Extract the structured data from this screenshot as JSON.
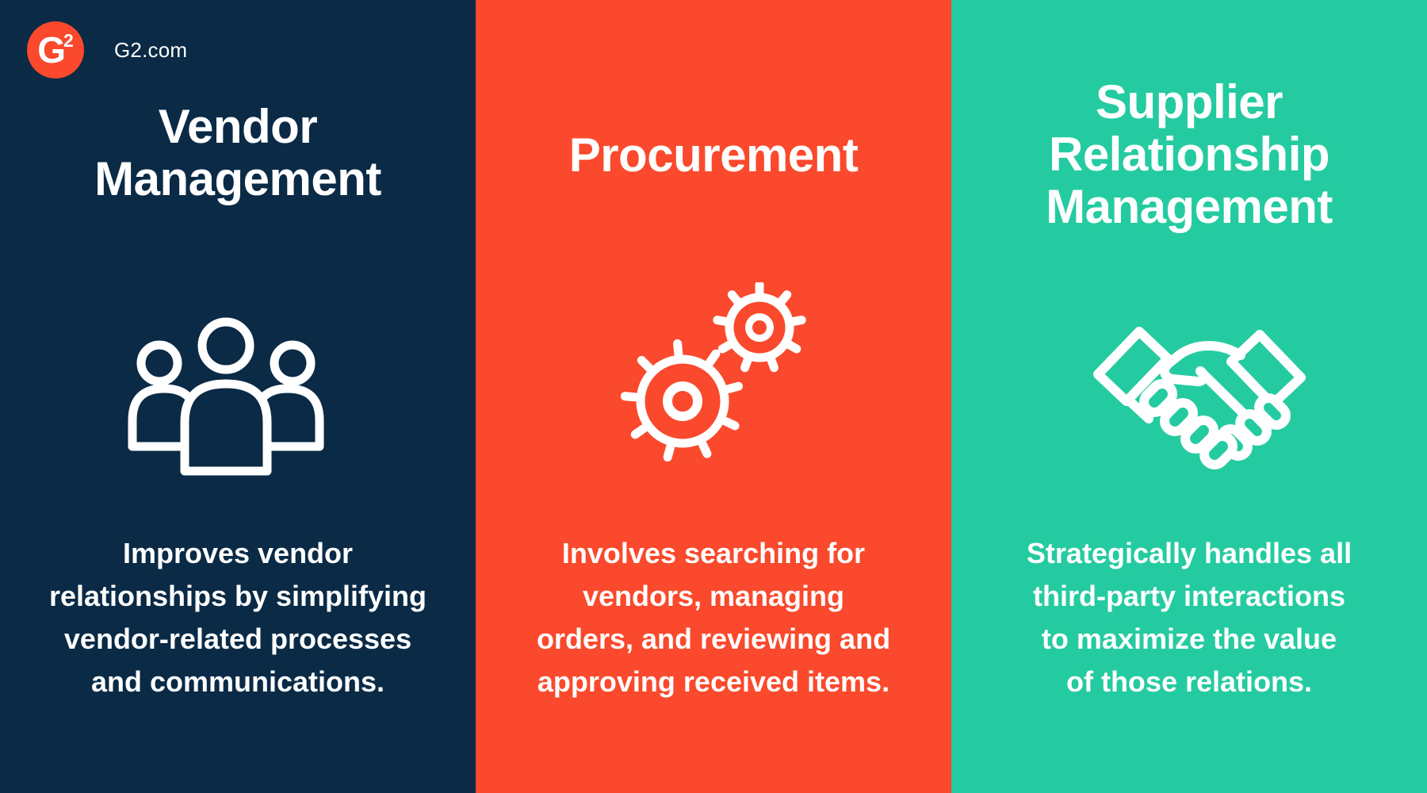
{
  "brand": {
    "logo_letter": "G",
    "logo_superscript": "2",
    "site_label": "G2.com"
  },
  "colors": {
    "navy": "#0A2A46",
    "orange": "#FA492C",
    "teal": "#25CBA0",
    "text": "#FFFFFF"
  },
  "columns": [
    {
      "name": "vendor-management",
      "background_color": "#0A2A46",
      "title_lines": [
        "Vendor",
        "Management"
      ],
      "icon": "people-group-icon",
      "description_lines": [
        "Improves vendor",
        "relationships by simplifying",
        "vendor-related processes",
        "and communications."
      ]
    },
    {
      "name": "procurement",
      "background_color": "#FA492C",
      "title_lines": [
        "Procurement"
      ],
      "icon": "gears-icon",
      "description_lines": [
        "Involves searching for",
        "vendors, managing",
        "orders, and reviewing and",
        "approving received items."
      ]
    },
    {
      "name": "supplier-relationship-management",
      "background_color": "#25CBA0",
      "title_lines": [
        "Supplier",
        "Relationship",
        "Management"
      ],
      "icon": "handshake-icon",
      "description_lines": [
        "Strategically handles all",
        "third-party interactions",
        "to maximize the value",
        "of those relations."
      ]
    }
  ]
}
